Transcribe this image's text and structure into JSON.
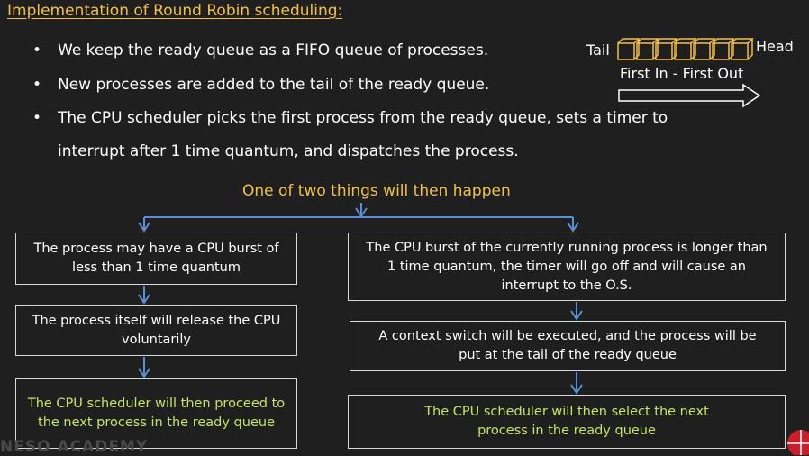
{
  "title": "Implementation of Round Robin scheduling:",
  "bullets": [
    "We keep the ready queue as a FIFO queue of processes.",
    "New processes are added to the tail of the ready queue.",
    "The CPU scheduler picks the first process from the ready queue, sets a timer to",
    "interrupt after 1 time quantum, and dispatches the process."
  ],
  "fifo": {
    "tail": "Tail",
    "head": "Head",
    "caption": "First In - First Out"
  },
  "branch_heading": "One of two things will then happen",
  "left_boxes": [
    "The process may have a CPU burst of less than 1 time quantum",
    "The process itself will release the CPU voluntarily",
    "The CPU scheduler will then proceed to the next process in the ready queue"
  ],
  "right_boxes": [
    "The CPU burst of the currently running process is longer than 1 time quantum, the timer will go off and will cause an interrupt to the O.S.",
    "A context switch will be executed, and the process will be put at the tail of the ready queue",
    "The CPU scheduler will then select the next process in the ready queue"
  ],
  "watermark": "NESO ACADEMY",
  "colors": {
    "background": "#1f1f1f",
    "title": "#f2c14b",
    "highlight": "#c6e36a",
    "connector": "#5a8fd6"
  }
}
